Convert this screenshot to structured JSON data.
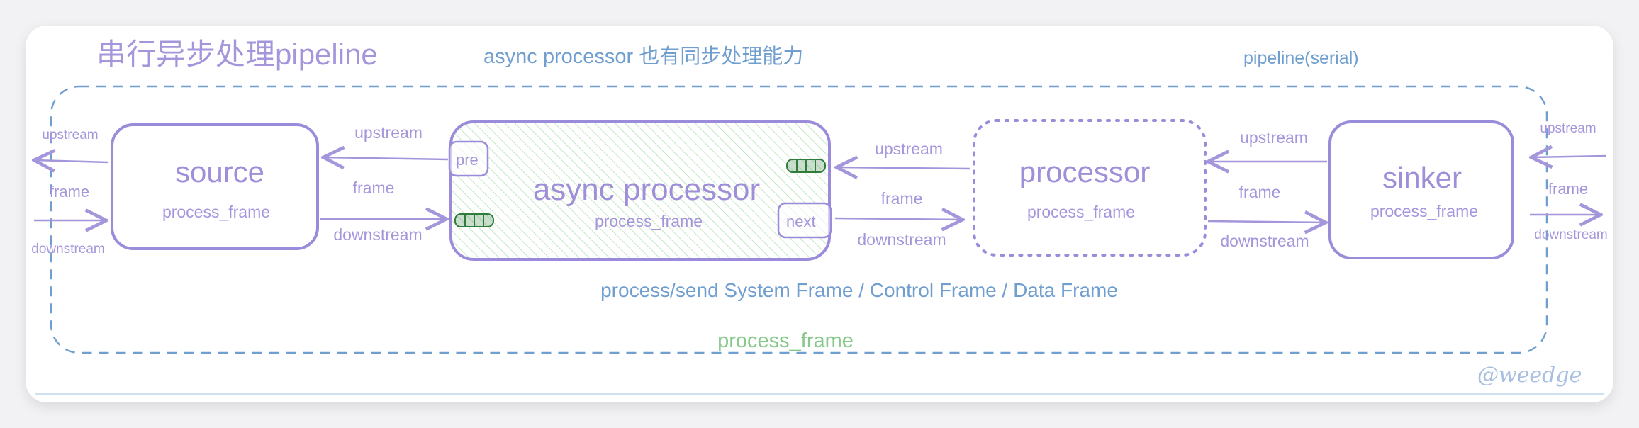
{
  "title": "串行异步处理pipeline",
  "note_async": "async processor 也有同步处理能力",
  "pipeline_label": "pipeline(serial)",
  "frames_note": "process/send System Frame / Control Frame / Data Frame",
  "bottom_label": "process_frame",
  "signature": "@weedge",
  "nodes": {
    "source": {
      "name": "source",
      "method": "process_frame"
    },
    "async": {
      "name": "async processor",
      "method": "process_frame",
      "pre": "pre",
      "next": "next"
    },
    "processor": {
      "name": "processor",
      "method": "process_frame"
    },
    "sinker": {
      "name": "sinker",
      "method": "process_frame"
    }
  },
  "edges": {
    "upstream": "upstream",
    "frame": "frame",
    "downstream": "downstream"
  },
  "colors": {
    "purple": "#9b8bdb",
    "blue": "#6f9ecf",
    "green": "#86c98a",
    "dark_green": "#2e7d3a",
    "hatch": "#bfe8c2"
  }
}
